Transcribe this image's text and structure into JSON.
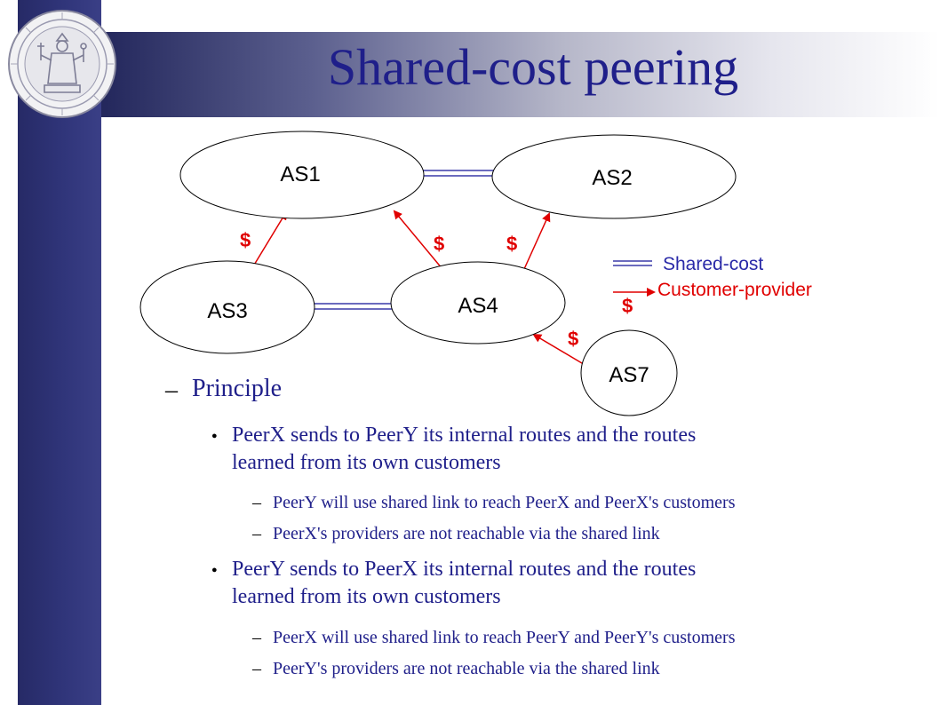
{
  "slide": {
    "title": "Shared-cost peering"
  },
  "diagram": {
    "nodes": {
      "as1": "AS1",
      "as2": "AS2",
      "as3": "AS3",
      "as4": "AS4",
      "as7": "AS7"
    },
    "dollar_sign": "$",
    "legend": {
      "shared_cost": "Shared-cost",
      "customer_provider": "Customer-provider"
    },
    "colors": {
      "customer_provider": "#e00000",
      "shared_cost": "#2a2aa8",
      "title": "#1f1f8a"
    }
  },
  "content": {
    "dash": "–",
    "dot": "●",
    "principle": "Principle",
    "bullet1": {
      "line1": "PeerX sends to PeerY its internal routes and the routes",
      "line2": "learned from its own customers",
      "sub1": "PeerY will use shared link to reach PeerX and PeerX's customers",
      "sub2": "PeerX's providers are not reachable via the shared link"
    },
    "bullet2": {
      "line1": "PeerY sends to PeerX its internal routes and the routes",
      "line2": "learned from its own customers",
      "sub1": "PeerX will use shared link to reach PeerY and PeerY's customers",
      "sub2": "PeerY's providers are not reachable via the shared link"
    }
  }
}
